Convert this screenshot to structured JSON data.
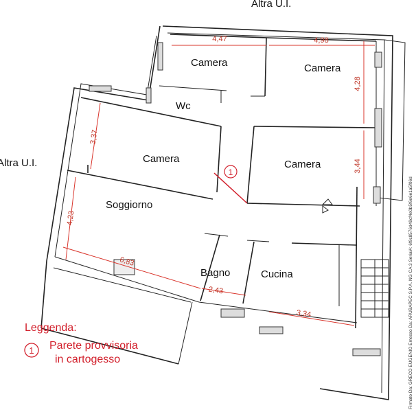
{
  "neighbors": {
    "top": "Altra U.I.",
    "left": "Altra U.I."
  },
  "rooms": {
    "camera_top_left": "Camera",
    "camera_top_right": "Camera",
    "wc": "Wc",
    "camera_middle_left": "Camera",
    "camera_middle_right": "Camera",
    "soggiorno": "Soggiorno",
    "bagno": "Bagno",
    "cucina": "Cucina"
  },
  "dimensions": {
    "d1": "4,47",
    "d2": "4,98",
    "d3": "4,28",
    "d4": "3,37",
    "d5": "3,44",
    "d6": "4,23",
    "d7": "6,83",
    "d8": "2,43",
    "d9": "3,34"
  },
  "marker": {
    "number": "1"
  },
  "legend": {
    "title": "Leggenda:",
    "item_number": "1",
    "item_line1": "Parete provvisoria",
    "item_line2": "in cartogesso"
  },
  "side_stamp": "Firmato Da: GRECO EUGENIO Emesso Da: ARUBAPEC S.P.A. NG CA 3 Serial#: 6f9c8576d49cf4e0b5f6e6e1a5f06d"
}
